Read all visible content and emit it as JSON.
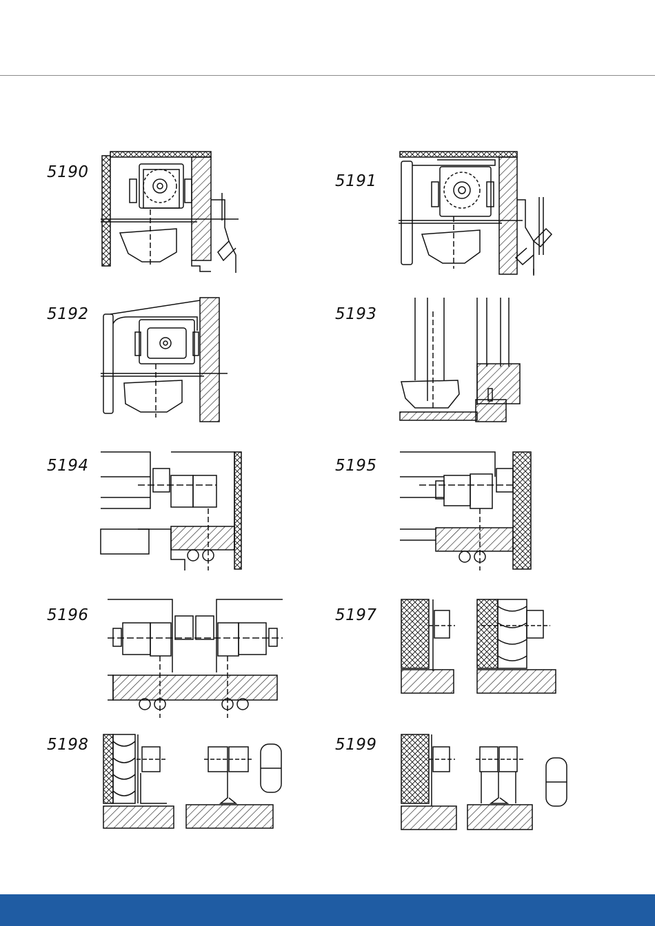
{
  "header": {
    "rule_color": "#8a8a8a"
  },
  "footer": {
    "bar_color": "#1f5ca3"
  },
  "figures": [
    {
      "code": "5190"
    },
    {
      "code": "5191"
    },
    {
      "code": "5192"
    },
    {
      "code": "5193"
    },
    {
      "code": "5194"
    },
    {
      "code": "5195"
    },
    {
      "code": "5196"
    },
    {
      "code": "5197"
    },
    {
      "code": "5198"
    },
    {
      "code": "5199"
    }
  ]
}
